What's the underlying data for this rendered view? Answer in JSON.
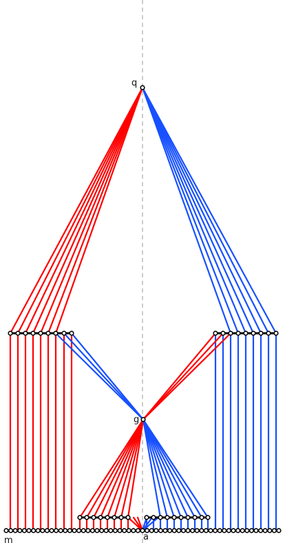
{
  "diagram": {
    "labels": {
      "top_node": "q",
      "middle_node": "g",
      "bottom_center": "a",
      "bottom_left": "m"
    },
    "colors": {
      "red": "#ff0000",
      "blue": "#1750ff",
      "node_fill": "#ffffff",
      "node_stroke": "#000000",
      "axis": "#9a9a9a"
    }
  }
}
